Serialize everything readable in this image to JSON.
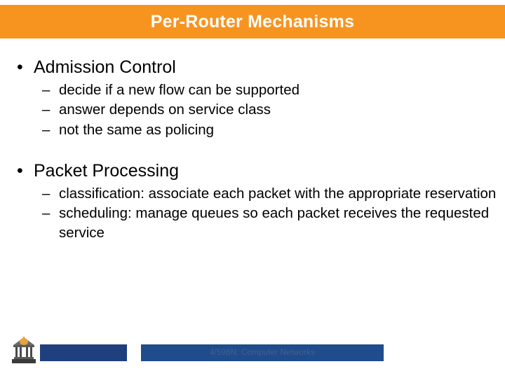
{
  "slide": {
    "title": "Per-Router Mechanisms",
    "title_bg": "#F79420",
    "title_color": "#ffffff",
    "bullets": [
      {
        "marker": "•",
        "text": "Admission Control",
        "children": [
          {
            "marker": "–",
            "text": "decide if a new flow can be supported"
          },
          {
            "marker": "–",
            "text": "answer depends on service class"
          },
          {
            "marker": "–",
            "text": "not the same as policing"
          }
        ]
      },
      {
        "marker": "•",
        "text": "Packet Processing",
        "children": [
          {
            "marker": "–",
            "text": "classification: associate each packet with the appropriate reservation"
          },
          {
            "marker": "–",
            "text": "scheduling: manage queues so each packet receives the requested service"
          }
        ]
      }
    ],
    "footer": {
      "text": "4/598N: Computer Networks",
      "left_bar_color": "#1F3F7F",
      "center_bar_color": "#1F4C8C",
      "text_color": "#43608F"
    }
  }
}
